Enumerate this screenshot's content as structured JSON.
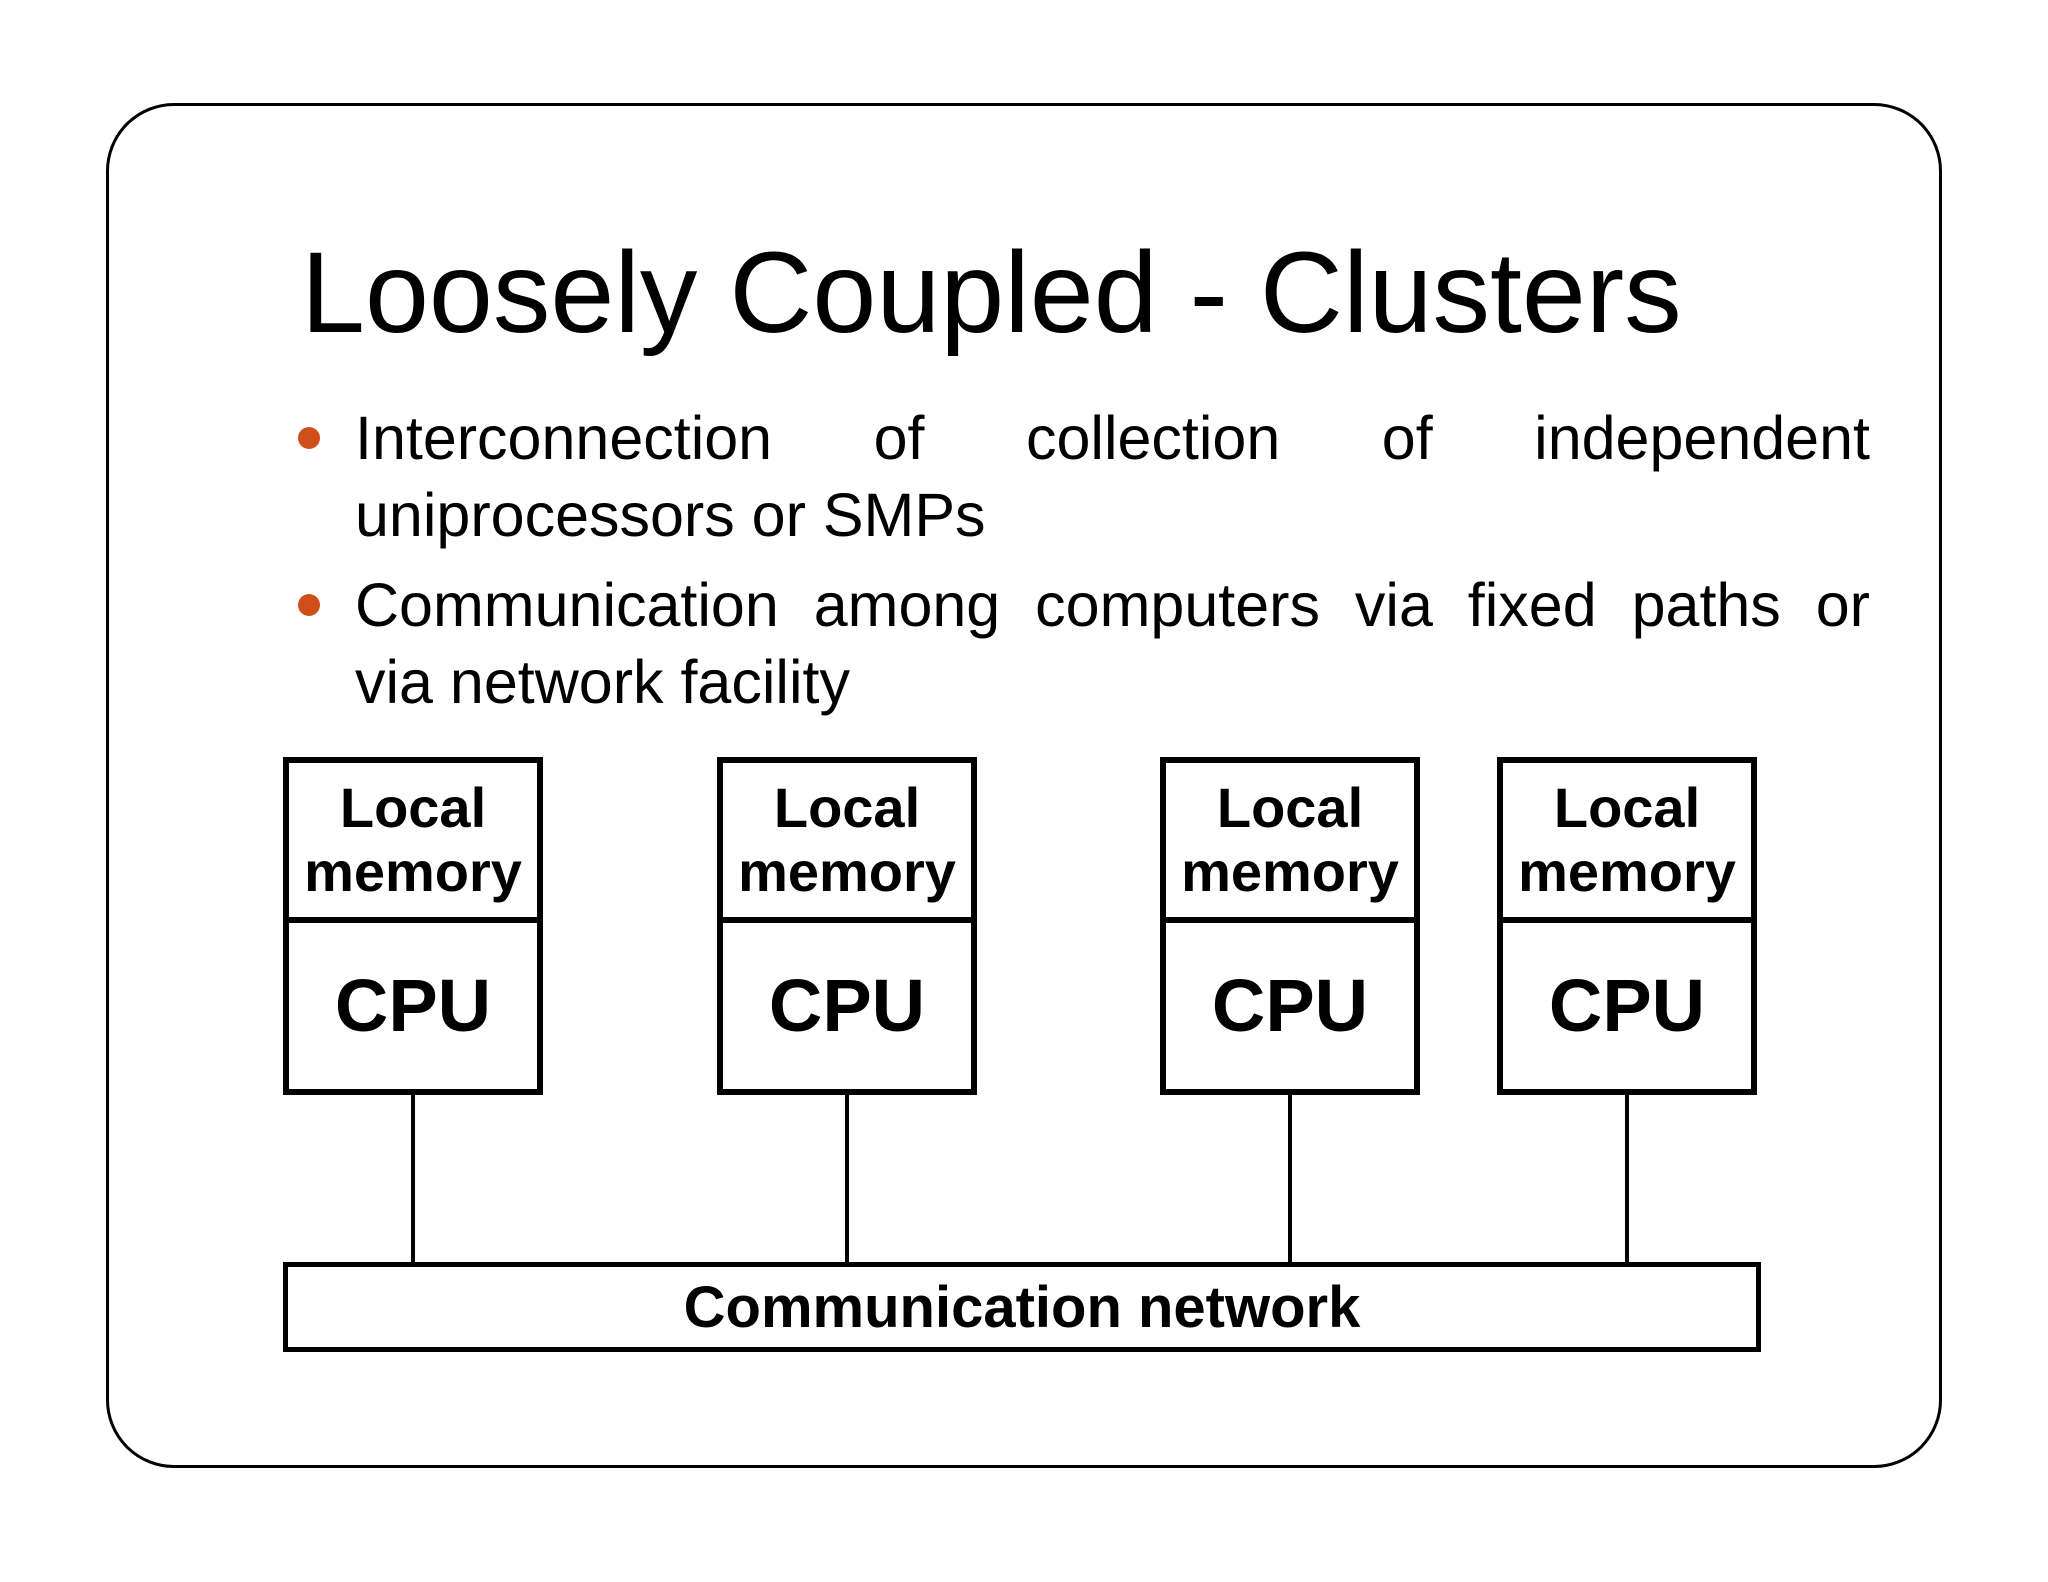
{
  "slide": {
    "title": "Loosely Coupled - Clusters",
    "accent_color": "#CF4E1A",
    "bullets": [
      {
        "lines": [
          {
            "text": "Interconnection of collection of independent"
          },
          {
            "text": "uniprocessors or SMPs"
          }
        ]
      },
      {
        "lines": [
          {
            "text": "Communication among computers via fixed paths or"
          },
          {
            "text": "via network facility"
          }
        ]
      }
    ],
    "diagram": {
      "nodes": [
        {
          "memory_label": "Local memory",
          "cpu_label": "CPU"
        },
        {
          "memory_label": "Local memory",
          "cpu_label": "CPU"
        },
        {
          "memory_label": "Local memory",
          "cpu_label": "CPU"
        },
        {
          "memory_label": "Local memory",
          "cpu_label": "CPU"
        }
      ],
      "network_label": "Communication network"
    }
  }
}
